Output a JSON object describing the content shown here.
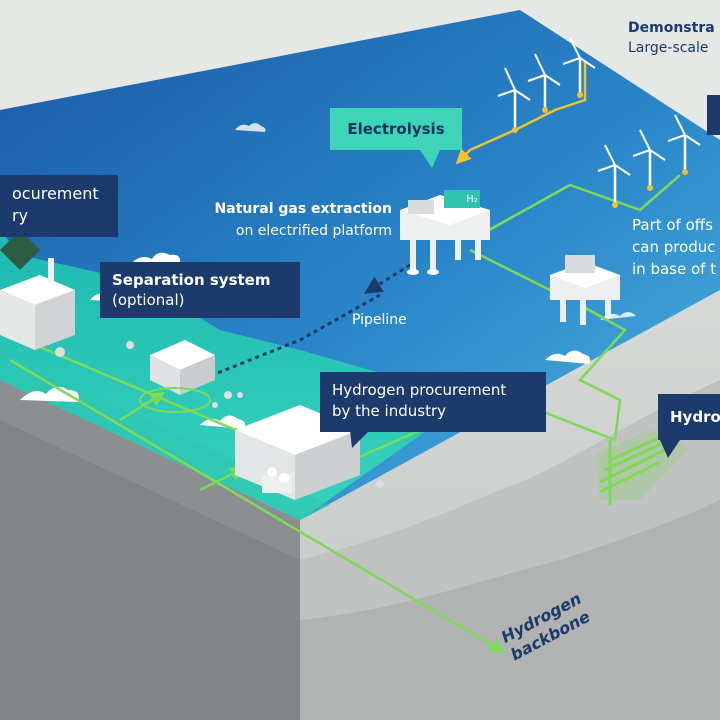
{
  "labels": {
    "demo_title": "Demonstra",
    "demo_subtitle": "Large-scale",
    "electrolysis": "Electrolysis",
    "h2_sign": "H₂",
    "gas_extraction_title": "Natural gas extraction",
    "gas_extraction_sub": "on electrified platform",
    "procurement_left_line1": "ocurement",
    "procurement_left_line2": "ry",
    "separation_title": "Separation system",
    "separation_sub": "(optional)",
    "pipeline": "Pipeline",
    "industry_line1": "Hydrogen procurement",
    "industry_line2": "by the industry",
    "offshore_line1": "Part of offs",
    "offshore_line2": "can produc",
    "offshore_line3": "in base of t",
    "hydro_storage": "Hydro",
    "backbone_line1": "Hydrogen",
    "backbone_line2": "backbone"
  },
  "colors": {
    "sea_dark": "#1d67b0",
    "sea_light": "#56b7e0",
    "coast": "#2bc7b3",
    "label_dark": "#1c3a6b",
    "label_teal": "#3ed4b8",
    "hydrogen_line": "#7ed957",
    "power_line": "#f2c12e",
    "gas_line": "#1c3a6b"
  }
}
